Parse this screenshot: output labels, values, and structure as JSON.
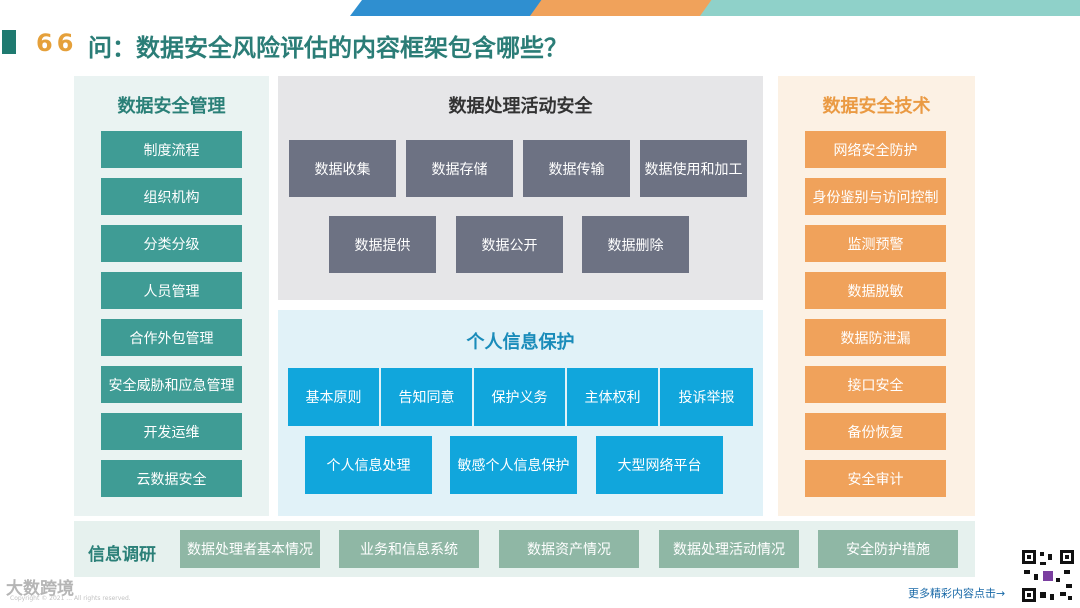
{
  "colors": {
    "topbar_blue": "#2f8fd0",
    "topbar_orange": "#f0a25b",
    "topbar_teal": "#8fd1c9",
    "title_number": "#e5a03a",
    "title_text": "#2b7d77",
    "mgmt_box": "#3f9c95",
    "processing_box": "#6d7283",
    "pip_box": "#11a6dc",
    "tech_box": "#f0a25b",
    "info_box": "#8fb7a5"
  },
  "title": {
    "number": "66",
    "text": "问：数据安全风险评估的内容框架包含哪些？"
  },
  "management": {
    "title": "数据安全管理",
    "items": [
      "制度流程",
      "组织机构",
      "分类分级",
      "人员管理",
      "合作外包管理",
      "安全威胁和应急管理",
      "开发运维",
      "云数据安全"
    ]
  },
  "processing": {
    "title": "数据处理活动安全",
    "row1": [
      "数据收集",
      "数据存储",
      "数据传输",
      "数据使用和加工"
    ],
    "row2": [
      "数据提供",
      "数据公开",
      "数据删除"
    ]
  },
  "pip": {
    "title": "个人信息保护",
    "row1": [
      "基本原则",
      "告知同意",
      "保护义务",
      "主体权利",
      "投诉举报"
    ],
    "row2": [
      "个人信息处理",
      "敏感个人信息保护",
      "大型网络平台"
    ]
  },
  "technology": {
    "title": "数据安全技术",
    "items": [
      "网络安全防护",
      "身份鉴别与访问控制",
      "监测预警",
      "数据脱敏",
      "数据防泄漏",
      "接口安全",
      "备份恢复",
      "安全审计"
    ]
  },
  "info_survey": {
    "title": "信息调研",
    "items": [
      "数据处理者基本情况",
      "业务和信息系统",
      "数据资产情况",
      "数据处理活动情况",
      "安全防护措施"
    ]
  },
  "footer": {
    "logo_text": "大数跨境",
    "copyright": "Copyright © 2021 ... All rights reserved.",
    "more_link": "更多精彩内容点击→",
    "qr_icon": "qr-code-icon"
  }
}
